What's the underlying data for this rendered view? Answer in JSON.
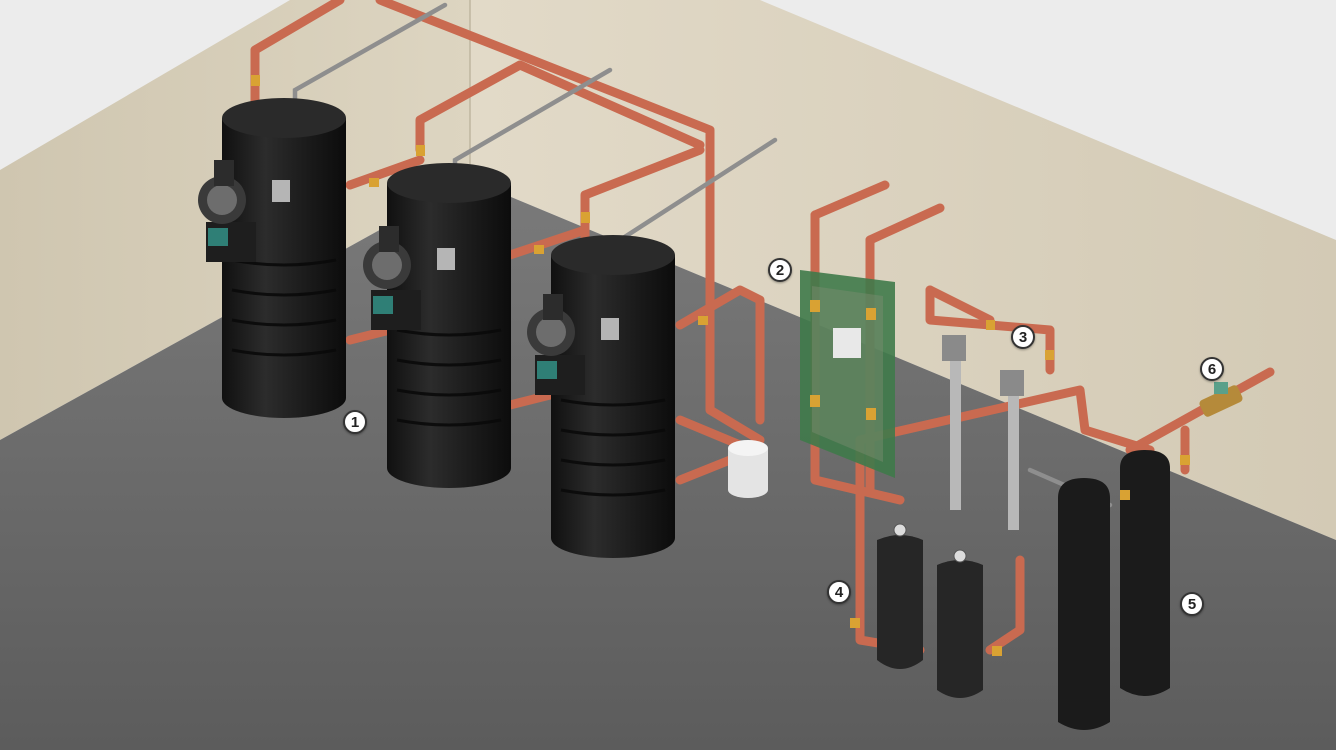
{
  "callouts": [
    {
      "id": "1",
      "label": "1",
      "target": "water-heater-tanks"
    },
    {
      "id": "2",
      "label": "2",
      "target": "mixing-valve-panel"
    },
    {
      "id": "3",
      "label": "3",
      "target": "uv-sterilizers"
    },
    {
      "id": "4",
      "label": "4",
      "target": "cartridge-filters"
    },
    {
      "id": "5",
      "label": "5",
      "target": "water-softener-tanks"
    },
    {
      "id": "6",
      "label": "6",
      "target": "backflow-preventer"
    }
  ],
  "colors": {
    "wall": "#d6cdb8",
    "floor": "#6a6a6a",
    "copper_pipe": "#c96a50",
    "tank": "#1b1b1b",
    "brass": "#d9a233",
    "panel": "#3f7a4a"
  }
}
